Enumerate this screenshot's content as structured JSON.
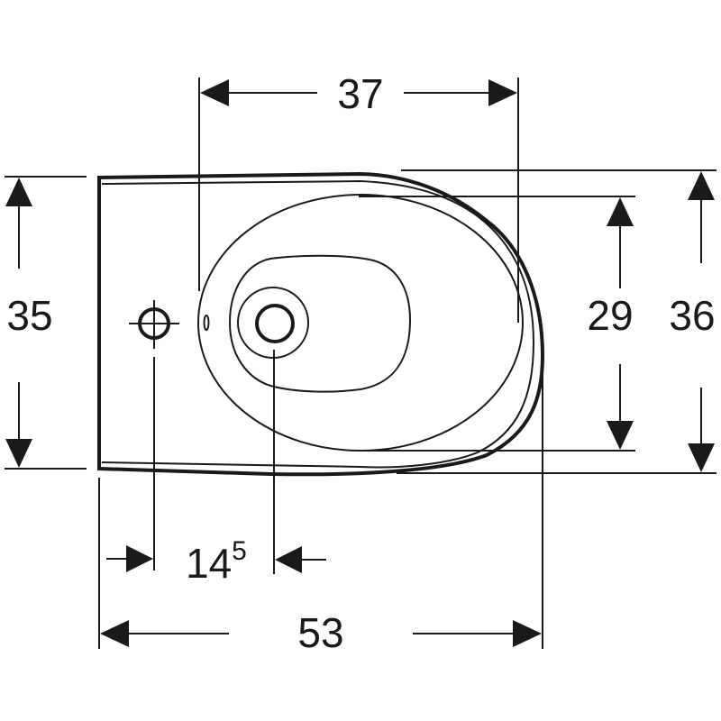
{
  "drawing": {
    "title": "Bidet top view dimension drawing",
    "units": "cm",
    "stroke_color": "#1a1a1a",
    "background": "#ffffff"
  },
  "dimensions": {
    "top_width": {
      "label": "37"
    },
    "left_height": {
      "label": "35"
    },
    "inner_height": {
      "label": "29"
    },
    "outer_height": {
      "label": "36"
    },
    "tap_offset": {
      "label": "14",
      "superscript": "5"
    },
    "total_length": {
      "label": "53"
    }
  },
  "features": {
    "tap_hole": "crosshair-circle",
    "drain": "drain-ring",
    "overflow": "overflow-slot"
  }
}
